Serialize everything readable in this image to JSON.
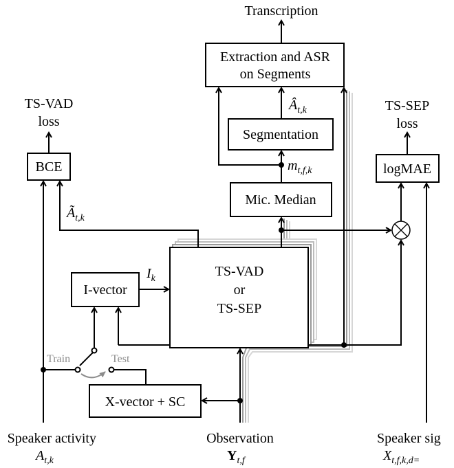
{
  "outputs": {
    "transcription": "Transcription",
    "ts_vad_loss": [
      "TS-VAD",
      "loss"
    ],
    "ts_sep_loss": [
      "TS-SEP",
      "loss"
    ]
  },
  "blocks": {
    "extraction": [
      "Extraction and ASR",
      "on Segments"
    ],
    "segmentation": "Segmentation",
    "mic_median": "Mic. Median",
    "bce": "BCE",
    "logmae": "logMAE",
    "ts_model": [
      "TS-VAD",
      "or",
      "TS-SEP"
    ],
    "ivector": "I-vector",
    "xvector": "X-vector + SC",
    "multiply": "⊗"
  },
  "signals": {
    "a_hat": {
      "main": "Â",
      "sub": "t,k"
    },
    "m": {
      "main": "m",
      "sub": "t,f,k"
    },
    "a_tilde": {
      "main": "Ã",
      "sub": "t,k"
    },
    "i_k": {
      "main": "I",
      "sub": "k"
    }
  },
  "switch": {
    "train": "Train",
    "test": "Test"
  },
  "inputs": {
    "speaker_activity": {
      "label": "Speaker activity",
      "main": "A",
      "sub": "t,k"
    },
    "observation": {
      "label": "Observation",
      "main": "Y",
      "sub": "t,f"
    },
    "speaker_signal": {
      "label": "Speaker sig",
      "main": "X",
      "sub": "t,f,k,d="
    }
  },
  "colors": {
    "line": "#000000",
    "switch_gray": "#8c8c8c",
    "stack_shades": [
      "#999999",
      "#bbbbbb",
      "#d6d6d6"
    ]
  }
}
